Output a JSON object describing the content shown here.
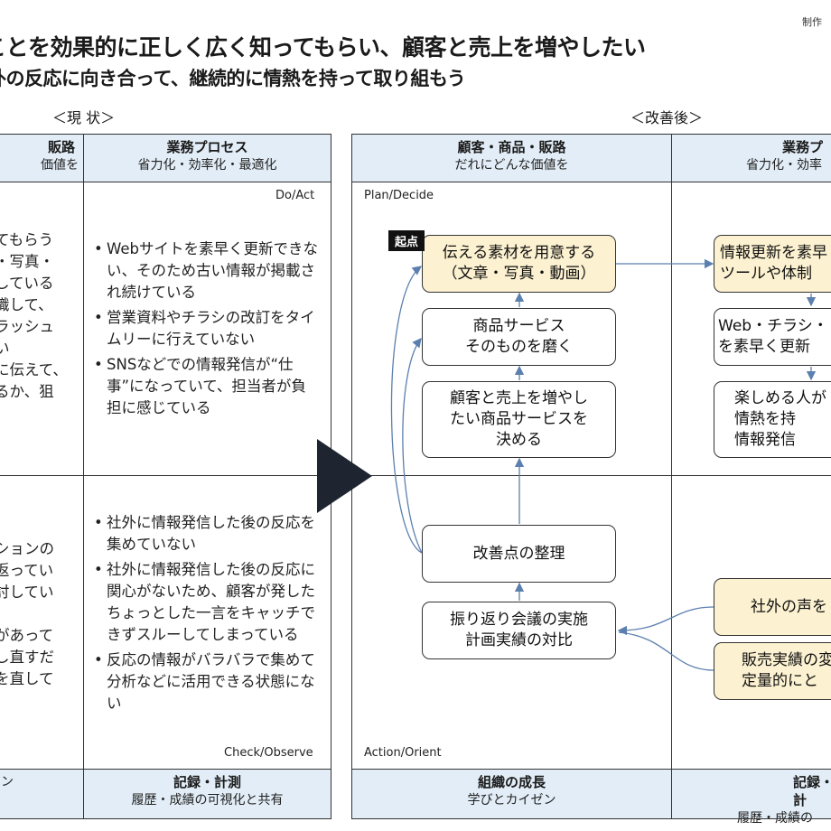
{
  "credit": "制作",
  "title_line1": "ことを効果的に正しく広く知ってもらい、顧客と売上を増やしたい",
  "title_line2": "外の反応に向き合って、継続的に情熱を持って取り組もう",
  "left_section_label": "＜現 状＞",
  "right_section_label": "＜改善後＞",
  "left_panel": {
    "header_col1_main": "販路",
    "header_col1_sub": "価値を",
    "header_col2_main": "業務プロセス",
    "header_col2_sub": "省力化・効率化・最適化",
    "corner_top": "Do/Act",
    "corner_bottom": "Check/Observe",
    "col1_top_text": "てもらう\n・写真・\nしている\n識して、\nラッシュ\nい\nに伝えて、\nるか、狙",
    "col1_bottom_text": "ションの\n返ってい\n討してい\n\nがあって\nし直すだ\nを直して",
    "top_bullets": [
      "Webサイトを素早く更新できない、そのため古い情報が掲載され続けている",
      "営業資料やチラシの改訂をタイムリーに行えていない",
      "SNSなどでの情報発信が“仕事”になっていて、担当者が負担に感じている"
    ],
    "bottom_bullets": [
      "社外に情報発信した後の反応を集めていない",
      "社外に情報発信した後の反応に関心がないため、顧客が発したちょっとした一言をキャッチできずスルーしてしまっている",
      "反応の情報がバラバラで集めて分析などに活用できる状態にない"
    ],
    "footer_col1_main": "",
    "footer_col1_sub": "ン",
    "footer_col2_main": "記録・計測",
    "footer_col2_sub": "履歴・成績の可視化と共有"
  },
  "right_panel": {
    "header_col1_main": "顧客・商品・販路",
    "header_col1_sub": "だれにどんな価値を",
    "header_col2_main": "業務プ",
    "header_col2_sub": "省力化・効率",
    "corner_top": "Plan/Decide",
    "corner_bottom": "Action/Orient",
    "start_tag": "起点",
    "boxes": {
      "prepare_material": "伝える素材を用意する\n（文章・写真・動画）",
      "polish_product": "商品サービス\nそのものを磨く",
      "decide_product": "顧客と売上を増やし\nたい商品サービスを\n決める",
      "organize_improvements": "改善点の整理",
      "review_meeting": "振り返り会議の実施\n計画実績の対比",
      "info_update": "情報更新を素早\nツールや体制",
      "web_flyer": "Web・チラシ・\nを素早く更新",
      "enjoy_people": "楽しめる人が\n情熱を持\n情報発信",
      "external_voice": "社外の声を",
      "sales_results": "販売実績の変\n定量的にと"
    },
    "footer_col1_main": "組織の成長",
    "footer_col1_sub": "学びとカイゼン",
    "footer_col2_main": "記録・計",
    "footer_col2_sub": "履歴・成績の"
  },
  "colors": {
    "header_bg": "#e2edf7",
    "box_yellow": "#fcf1d0",
    "arrow": "#5b7fae",
    "big_arrow": "#1f2530"
  }
}
